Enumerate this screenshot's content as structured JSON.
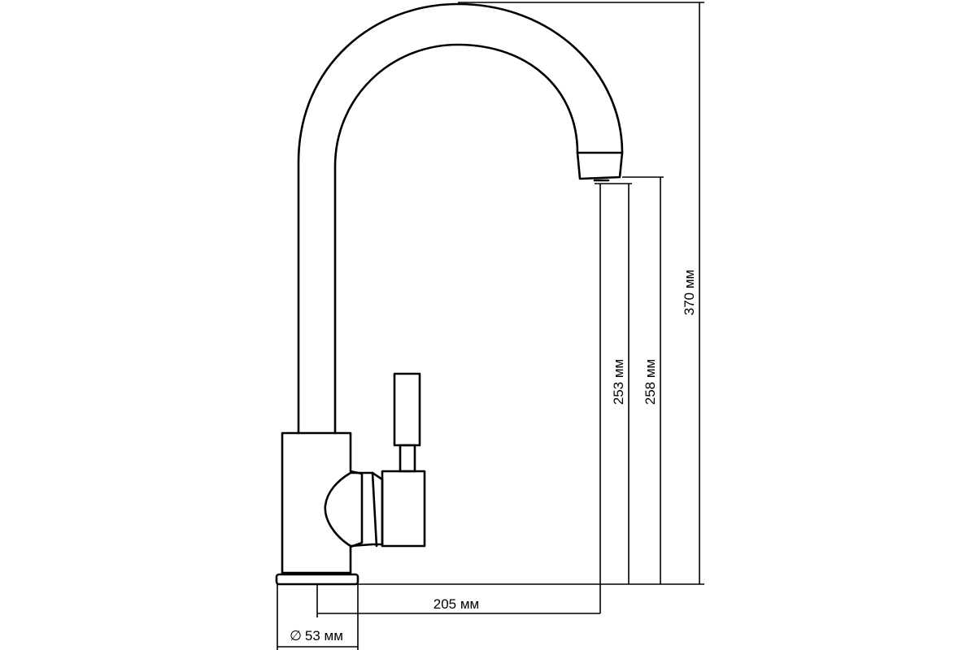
{
  "diagram": {
    "dimensions": {
      "total_height": "370 мм",
      "spout_height_outer": "258 мм",
      "spout_height_inner": "253 мм",
      "spout_reach": "205 мм",
      "base_diameter": "53 мм"
    },
    "diameter_symbol": "∅",
    "colors": {
      "line": "#000000",
      "background": "#ffffff"
    }
  }
}
